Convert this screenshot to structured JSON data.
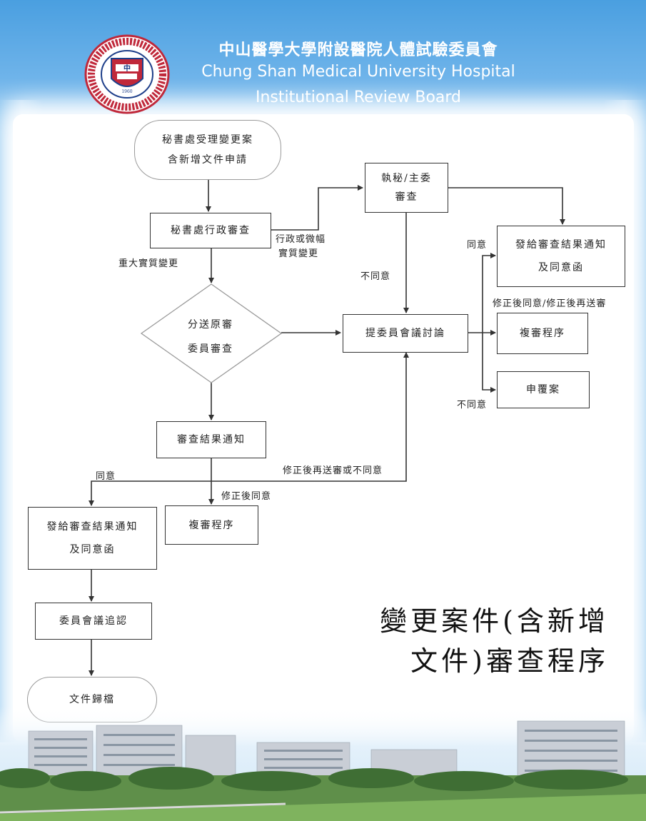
{
  "header": {
    "title_zh": "中山醫學大學附設醫院人體試驗委員會",
    "title_en_line1": "Chung Shan Medical University Hospital",
    "title_en_line2": "Institutional Review Board"
  },
  "logo": {
    "icon": "university-seal-icon",
    "center_text": "中",
    "year": "1960"
  },
  "flowchart": {
    "title_line1": "變更案件(含新增",
    "title_line2": "文件)審查程序",
    "nodes": {
      "receive": [
        "秘書處受理變更案",
        "含新增文件申請"
      ],
      "admin_review": "秘書處行政審查",
      "exec_review": [
        "執秘/主委",
        "審查"
      ],
      "send_review": [
        "分送原審",
        "委員審查"
      ],
      "committee_discuss": "提委員會議討論",
      "issue_notice_right": [
        "發給審查結果通知",
        "及同意函"
      ],
      "re_review_right": "複審程序",
      "appeal": "申覆案",
      "result_notice": "審查結果通知",
      "issue_notice_left": [
        "發給審查結果通知",
        "及同意函"
      ],
      "re_review_left": "複審程序",
      "ratify": "委員會議追認",
      "archive": "文件歸檔"
    },
    "labels": {
      "major_change": "重大實質變更",
      "minor_change": [
        "行政或微幅",
        "實質變更"
      ],
      "disagree_mid": "不同意",
      "agree_right": "同意",
      "revise_right": "修正後同意/修正後再送審",
      "disagree_right": "不同意",
      "resubmit_or_disagree": "修正後再送審或不同意",
      "agree_left": "同意",
      "revise_agree": "修正後同意"
    }
  },
  "colors": {
    "header_blue": "#4a9fe0",
    "line": "#333333"
  }
}
